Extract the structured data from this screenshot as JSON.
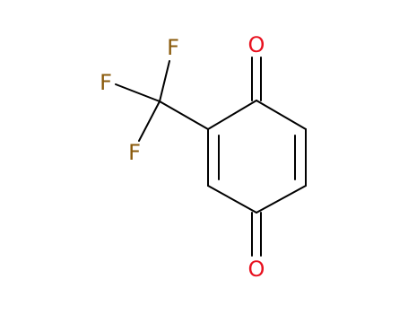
{
  "molecule": {
    "atoms": {
      "oxygen_top": {
        "symbol": "O",
        "color": "#e8111f"
      },
      "oxygen_bottom": {
        "symbol": "O",
        "color": "#e8111f"
      },
      "fluorine_top": {
        "symbol": "F",
        "color": "#8a5a0b"
      },
      "fluorine_left": {
        "symbol": "F",
        "color": "#8a5a0b"
      },
      "fluorine_bottom": {
        "symbol": "F",
        "color": "#8a5a0b"
      }
    },
    "bond_color": "#000000",
    "background_color": "#ffffff"
  }
}
